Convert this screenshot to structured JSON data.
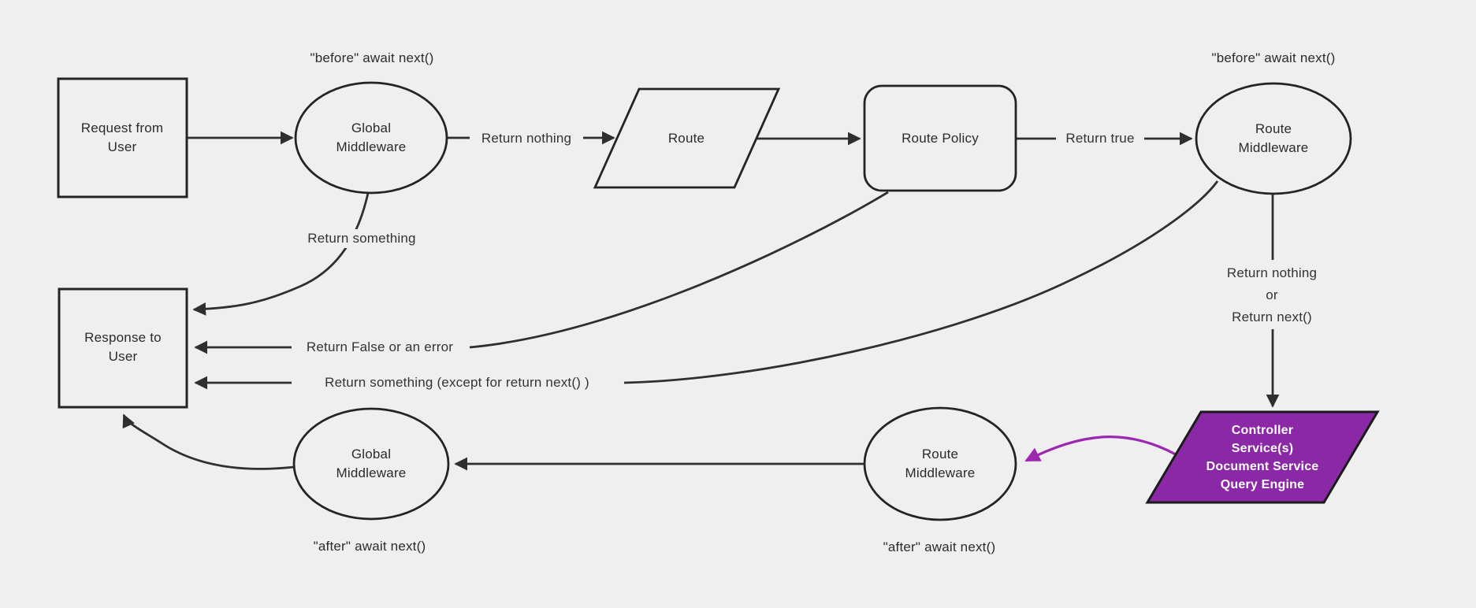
{
  "diagram": {
    "kind": "flowchart",
    "colors": {
      "background": "#efefef",
      "line": "#2f2f2f",
      "node_border": "#242424",
      "node_fill": "#efefef",
      "node_text": "#2b2b2b",
      "accent_purple_fill": "#8b28a6",
      "accent_purple_arrow": "#9c27b0",
      "accent_purple_text": "#ffffff"
    },
    "nodes": {
      "request": {
        "lines": [
          "Request from",
          "User"
        ]
      },
      "global_middleware_top": {
        "lines": [
          "Global",
          "Middleware"
        ]
      },
      "route": {
        "lines": [
          "Route"
        ]
      },
      "route_policy": {
        "lines": [
          "Route Policy"
        ]
      },
      "route_middleware_top": {
        "lines": [
          "Route",
          "Middleware"
        ]
      },
      "response": {
        "lines": [
          "Response to",
          "User"
        ]
      },
      "controller": {
        "lines": [
          "Controller",
          "Service(s)",
          "Document Service",
          "Query Engine"
        ]
      },
      "route_middleware_bottom": {
        "lines": [
          "Route",
          "Middleware"
        ]
      },
      "global_middleware_bottom": {
        "lines": [
          "Global",
          "Middleware"
        ]
      }
    },
    "annotations": {
      "before_await_left": "\"before\" await next()",
      "before_await_right": "\"before\" await next()",
      "after_await_left": "\"after\" await next()",
      "after_await_right": "\"after\" await next()"
    },
    "edge_labels": {
      "return_nothing": "Return nothing",
      "return_true": "Return true",
      "return_something": "Return something",
      "return_false": "Return False or an error",
      "return_something_except": "Return something (except for return next() )",
      "return_nothing_or": [
        "Return nothing",
        "or",
        "Return next()"
      ]
    }
  }
}
